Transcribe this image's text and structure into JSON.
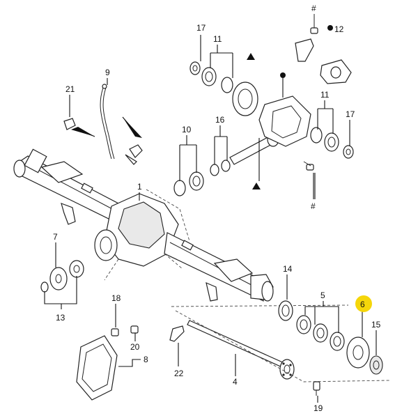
{
  "diagram": {
    "callouts": {
      "c1": "1",
      "c4": "4",
      "c5": "5",
      "c6": "6",
      "c7": "7",
      "c8": "8",
      "c9": "9",
      "c10": "10",
      "c11a": "11",
      "c11b": "11",
      "c12": "12",
      "c13": "13",
      "c14": "14",
      "c15": "15",
      "c16": "16",
      "c17a": "17",
      "c17b": "17",
      "c18": "18",
      "c19": "19",
      "c20": "20",
      "c21": "21",
      "c22": "22"
    },
    "symbols": {
      "hash_top": "#",
      "hash_bottom": "#"
    },
    "highlight": {
      "callout": "6",
      "color": "#f5d60a"
    }
  }
}
